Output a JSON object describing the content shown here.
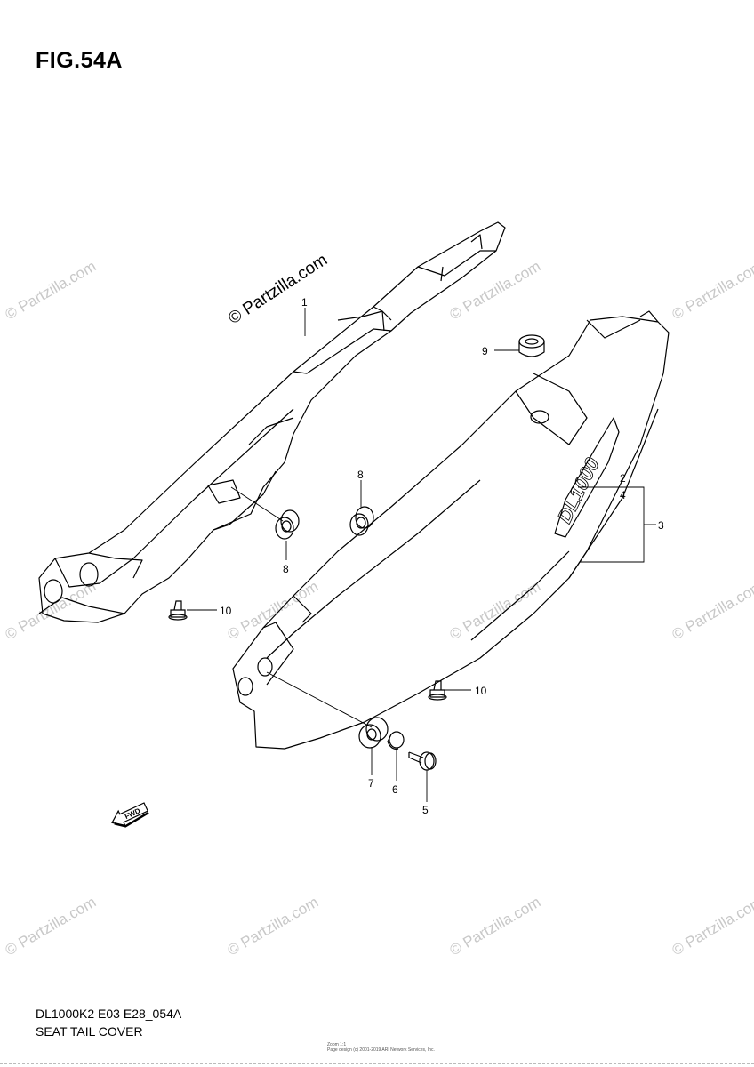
{
  "figure": {
    "title": "FIG.54A",
    "diagram_code": "DL1000K2 E03 E28_054A",
    "name": "SEAT TAIL COVER",
    "page_credit_line1": "Zoom 1:1",
    "page_credit_line2": "Page design (c) 2001-2019 ARI Network Services, Inc."
  },
  "watermark": {
    "text": "© Partzilla.com"
  },
  "fwd_arrow": {
    "label": "FWD"
  },
  "side_logo": {
    "text": "DL1000"
  },
  "callouts": [
    {
      "id": "c1",
      "label": "1"
    },
    {
      "id": "c2",
      "label": "2"
    },
    {
      "id": "c3",
      "label": "3"
    },
    {
      "id": "c4",
      "label": "4"
    },
    {
      "id": "c5",
      "label": "5"
    },
    {
      "id": "c6",
      "label": "6"
    },
    {
      "id": "c7",
      "label": "7"
    },
    {
      "id": "c8a",
      "label": "8"
    },
    {
      "id": "c8b",
      "label": "8"
    },
    {
      "id": "c9",
      "label": "9"
    },
    {
      "id": "c10a",
      "label": "10"
    },
    {
      "id": "c10b",
      "label": "10"
    }
  ]
}
